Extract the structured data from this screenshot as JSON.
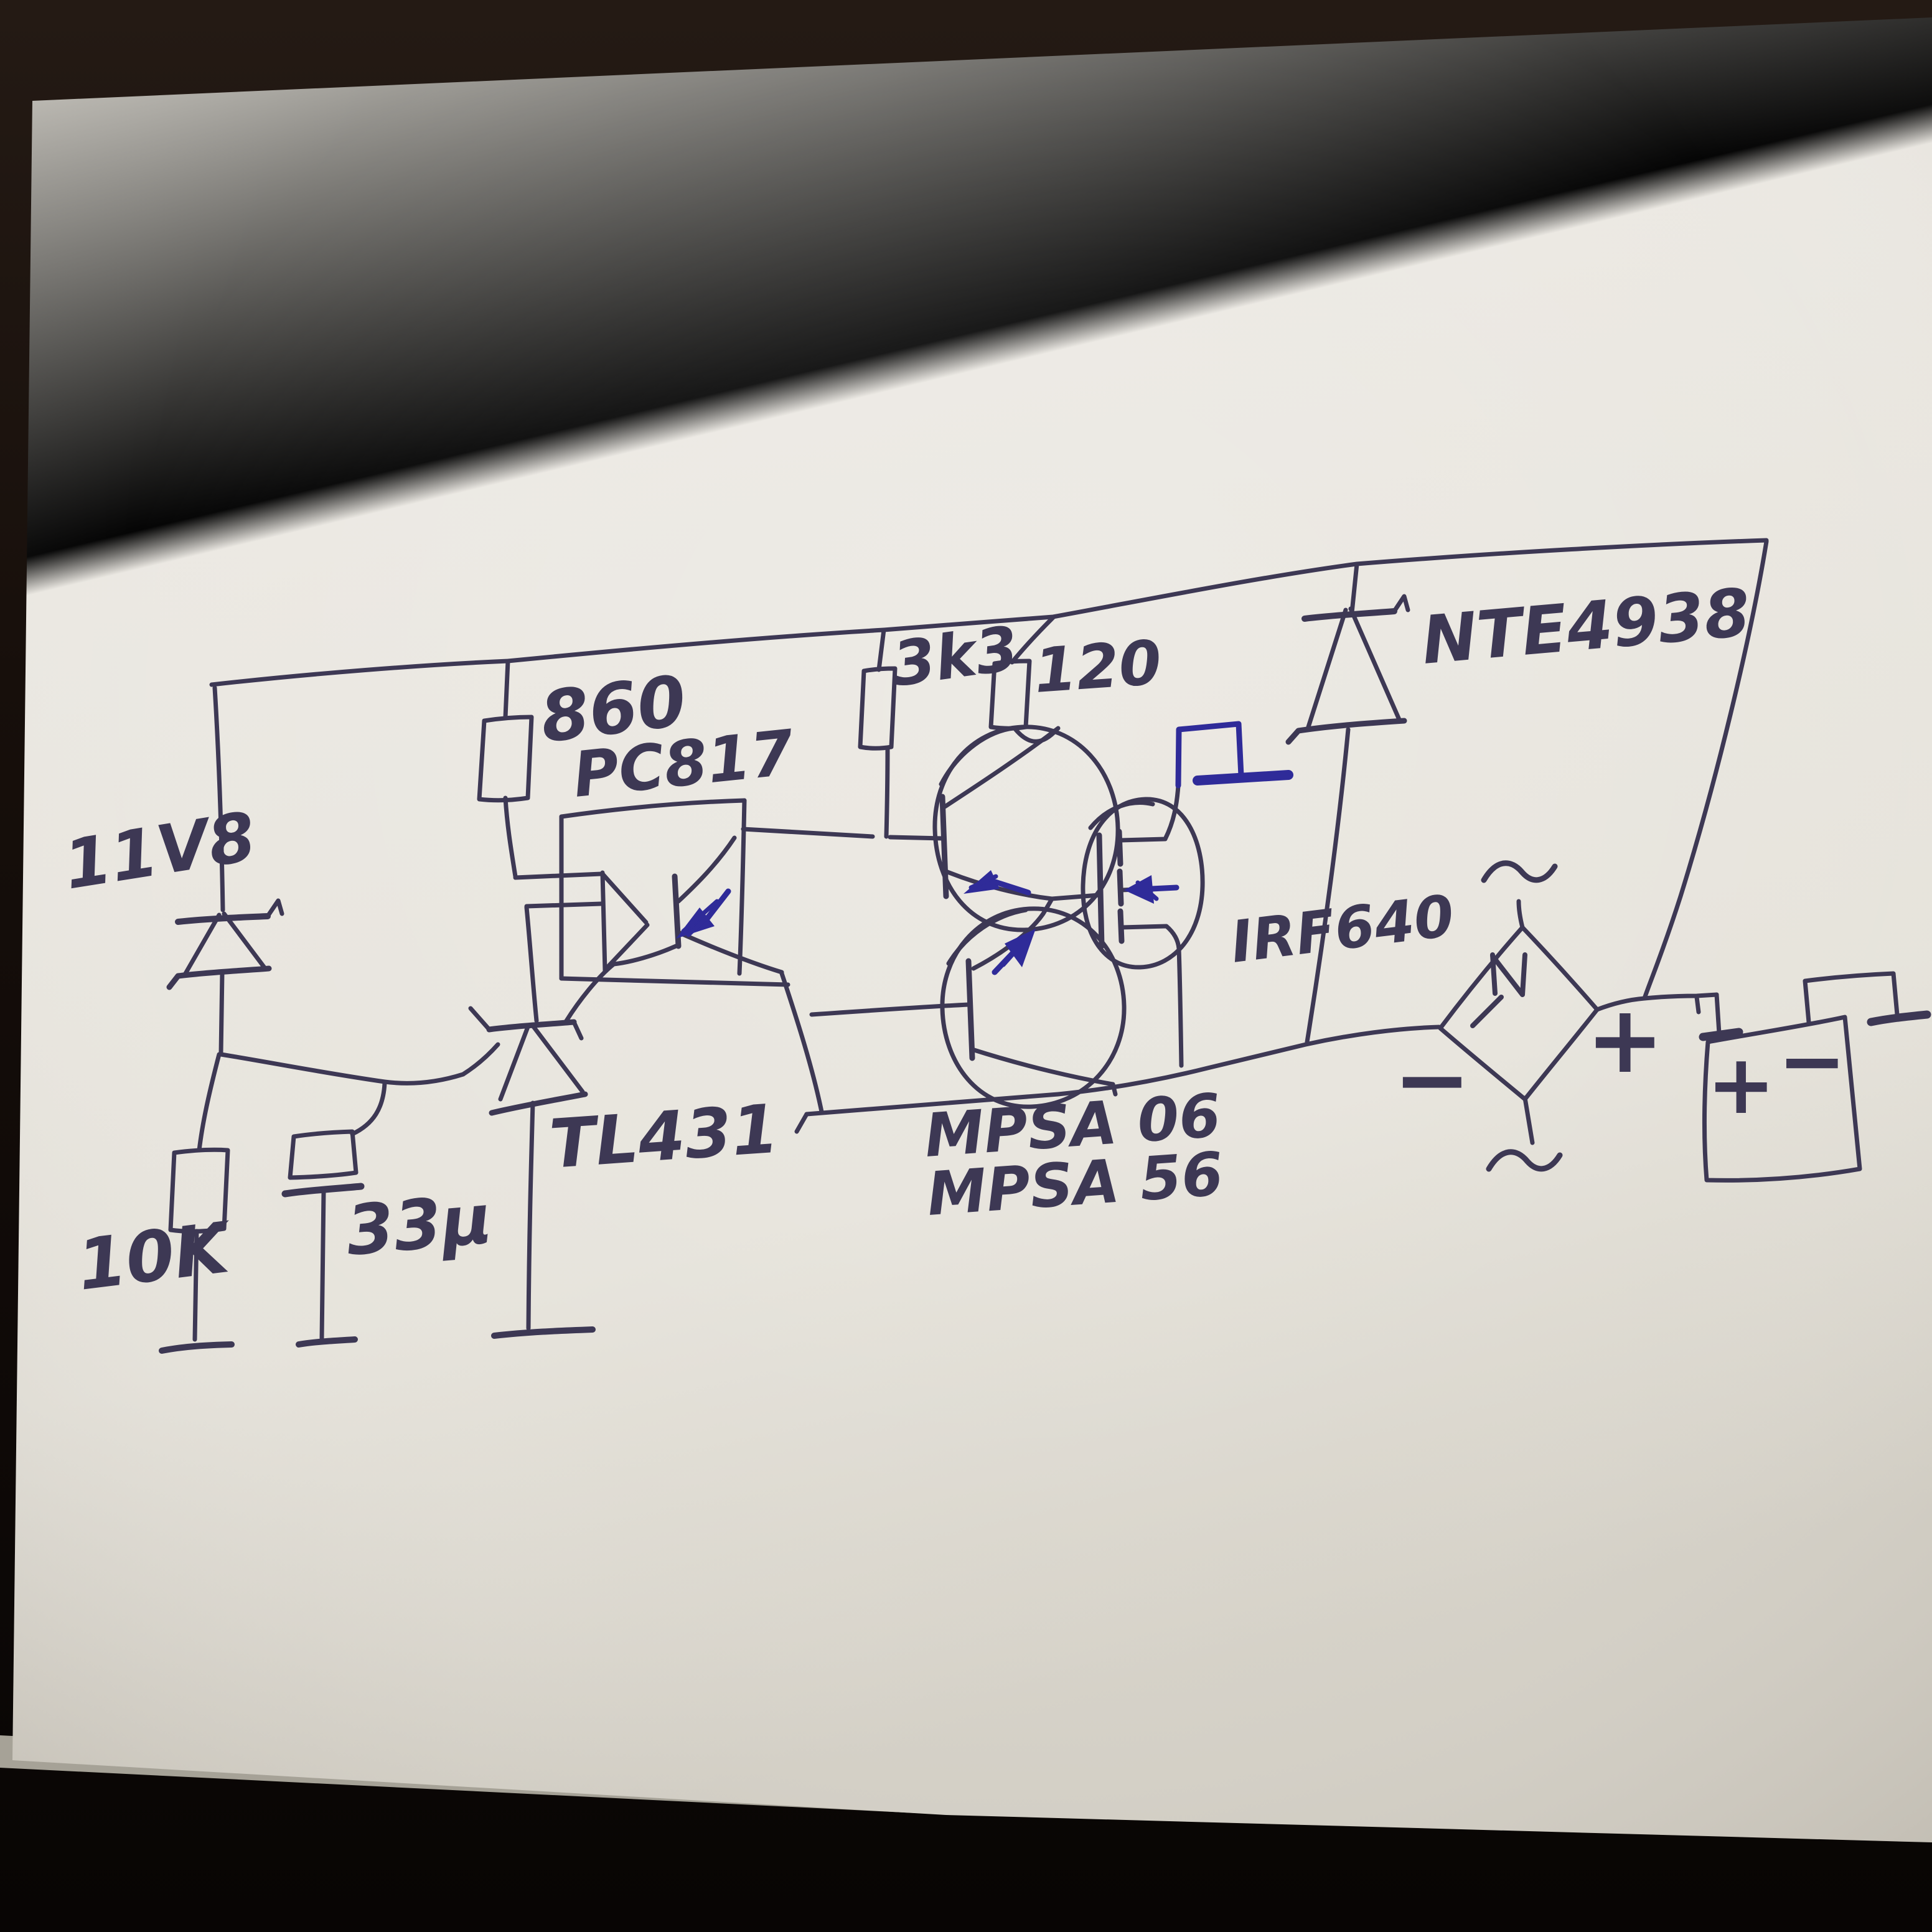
{
  "colors": {
    "background": "#150f0b",
    "paper": "#e9e6df",
    "paper_shadow": "#c9c5ba",
    "ink": "#3d3854",
    "blue_ink": "#2f2b99"
  },
  "labels": {
    "zener_left": "11V8",
    "resistor_10k": "10K",
    "capacitor_33u": "33μ",
    "shunt_regulator": "TL431",
    "resistor_860": "860",
    "optocoupler": "PC817",
    "resistor_3k3": "3k3",
    "resistor_120": "120",
    "transistor_npn": "MPSA 06",
    "transistor_pnp": "MPSA 56",
    "mosfet": "IRF640",
    "diode_top": "NTE4938"
  },
  "symbols": {
    "bridge_minus": "−",
    "bridge_plus": "+",
    "battery_plus": "+",
    "battery_minus": "−",
    "ac_mark": "~"
  }
}
